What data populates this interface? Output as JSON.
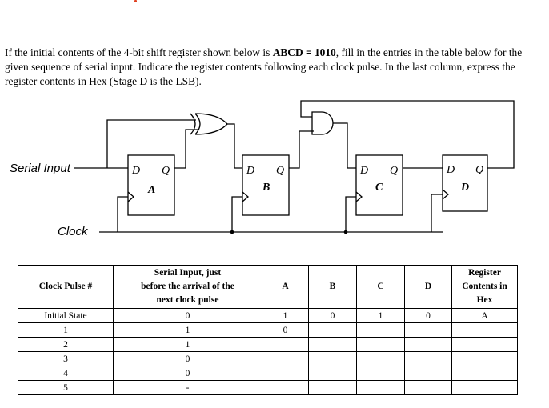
{
  "question": {
    "part1": "If the initial contents of the 4-bit shift register shown below is ",
    "bold1": "ABCD = 1010",
    "part2": ", fill in the entries in the table below for the given sequence of serial input. Indicate the register contents following each clock pulse. In the last column, express the register contents in Hex (Stage D is the LSB)."
  },
  "circuit": {
    "serial_input_label": "Serial Input",
    "clock_label": "Clock",
    "ff_d_label": "D",
    "ff_q_label": "Q",
    "stages": [
      "A",
      "B",
      "C",
      "D"
    ]
  },
  "table": {
    "headers": {
      "clock_pulse": "Clock Pulse #",
      "serial_line1": "Serial Input, just",
      "serial_before": "before",
      "serial_line2": " the arrival of the",
      "serial_line3": "next clock pulse",
      "a": "A",
      "b": "B",
      "c": "C",
      "d": "D",
      "hex_line1": "Register",
      "hex_line2": "Contents in",
      "hex_line3": "Hex"
    },
    "rows": [
      {
        "pulse": "Initial State",
        "serial": "0",
        "a": "1",
        "b": "0",
        "c": "1",
        "d": "0",
        "hex": "A"
      },
      {
        "pulse": "1",
        "serial": "1",
        "a": "0",
        "b": "",
        "c": "",
        "d": "",
        "hex": ""
      },
      {
        "pulse": "2",
        "serial": "1",
        "a": "",
        "b": "",
        "c": "",
        "d": "",
        "hex": ""
      },
      {
        "pulse": "3",
        "serial": "0",
        "a": "",
        "b": "",
        "c": "",
        "d": "",
        "hex": ""
      },
      {
        "pulse": "4",
        "serial": "0",
        "a": "",
        "b": "",
        "c": "",
        "d": "",
        "hex": ""
      },
      {
        "pulse": "5",
        "serial": "-",
        "a": "",
        "b": "",
        "c": "",
        "d": "",
        "hex": ""
      }
    ]
  }
}
